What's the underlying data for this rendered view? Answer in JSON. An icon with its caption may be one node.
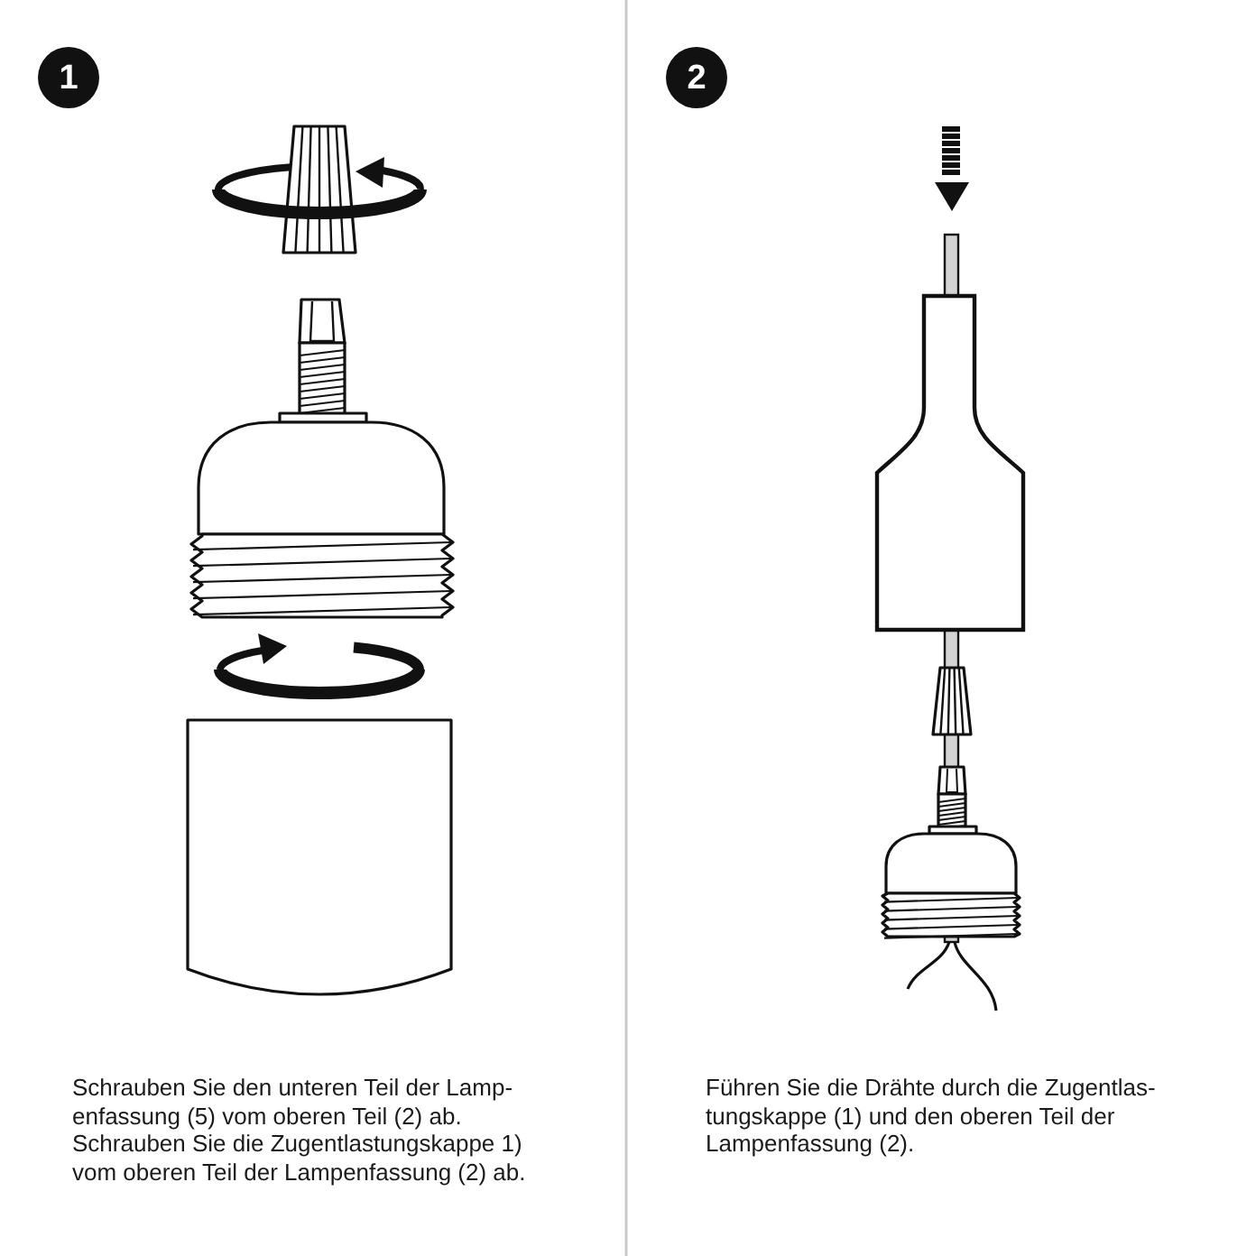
{
  "diagram": {
    "nodes": [
      {
        "text": [
          "1"
        ]
      },
      {
        "text": [
          "2"
        ]
      }
    ],
    "labels": [
      "Schrauben Sie den unteren Teil der Lamp- enfassung (5) vom oberen Teil (2) ab.",
      "Schrauben Sie die Zugentlastungskappe 1) vom oberen Teil der Lampenfassung (2) ab.",
      "Führen Sie die Drähte durch die Zugentlas- tungskappe (1) und den oberen Teil der Lampenfassung (2)."
    ]
  }
}
